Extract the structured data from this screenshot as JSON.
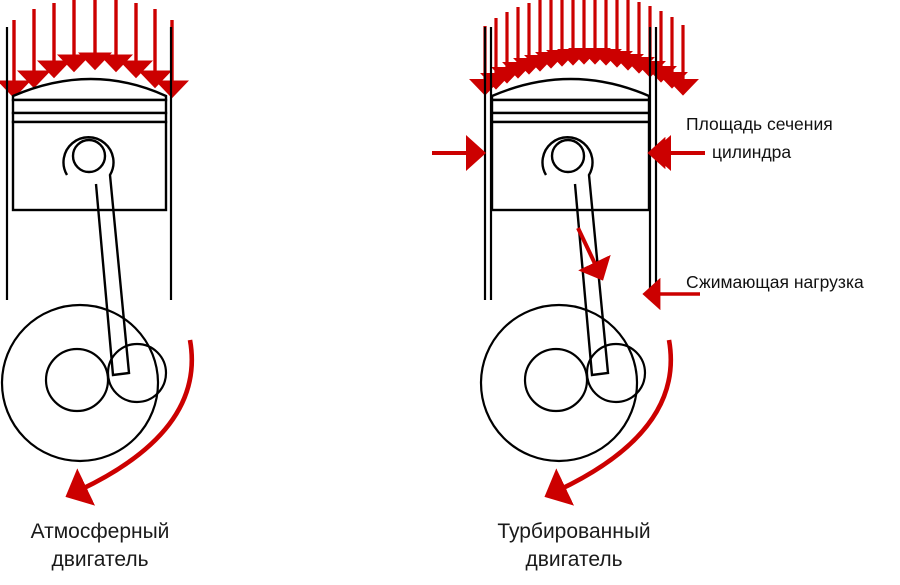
{
  "figure": {
    "title_visible": false,
    "background_color": "#ffffff",
    "line_color": "#000000",
    "arrow_color": "#cc0000"
  },
  "panels": [
    {
      "id": "naturally-aspirated",
      "caption_line1": "Атмосферный",
      "caption_line2": "двигатель",
      "intake_arrow_count": 9,
      "intake_arrow_density": "low",
      "has_side_pressure_arrows": false,
      "has_rod_force_arrow": false,
      "rotation_arrow": "counterclockwise"
    },
    {
      "id": "turbocharged",
      "caption_line1": "Турбированный",
      "caption_line2": "двигатель",
      "intake_arrow_count": 20,
      "intake_arrow_density": "high",
      "has_side_pressure_arrows": true,
      "has_rod_force_arrow": true,
      "rotation_arrow": "counterclockwise"
    }
  ],
  "annotations": [
    {
      "id": "cylinder-area",
      "line1": "Площадь сечения",
      "line2": "цилиндра",
      "pointer": "left-arrow"
    },
    {
      "id": "compressive-load",
      "line1": "Сжимающая нагрузка",
      "line2": "",
      "pointer": "left-arrow"
    }
  ],
  "components": {
    "piston_crown": "piston-crown",
    "piston_rings": "piston-rings",
    "piston_skirt": "piston-skirt",
    "wrist_pin": "wrist-pin",
    "connecting_rod": "connecting-rod",
    "crankshaft": "crankshaft",
    "crank_pin": "crank-pin",
    "main_journal": "main-journal",
    "cylinder_wall": "cylinder-wall"
  }
}
